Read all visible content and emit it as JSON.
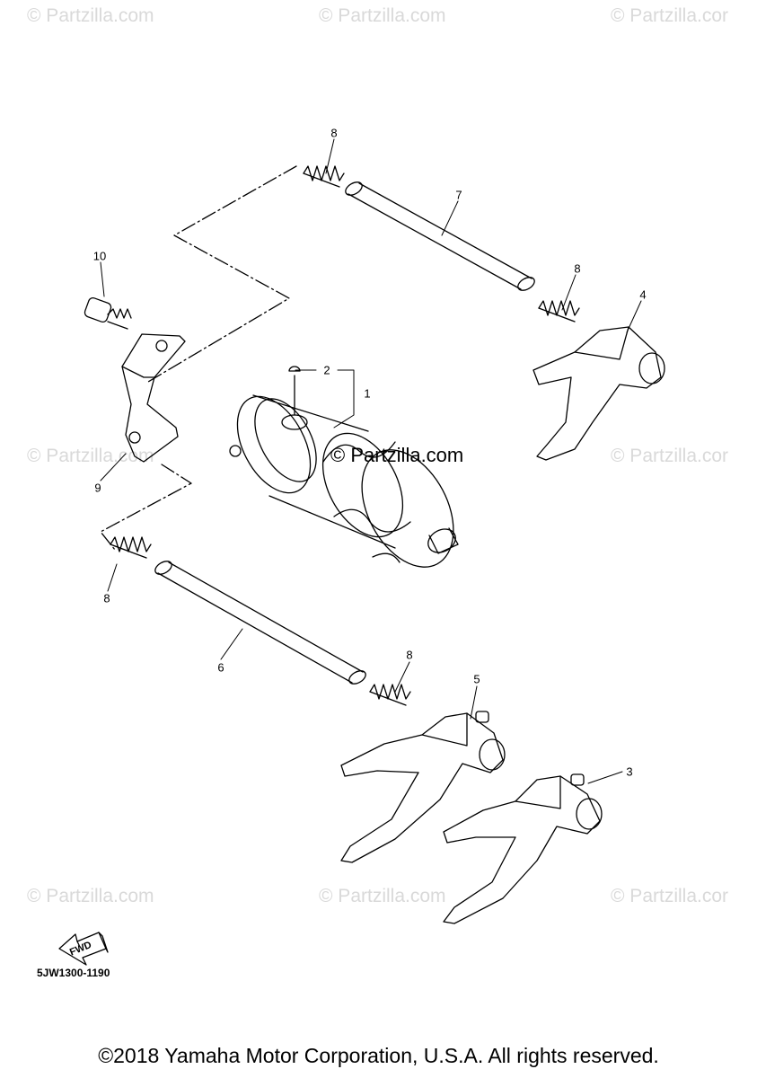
{
  "watermarks": {
    "top_left": "© Partzilla.com",
    "top_center": "© Partzilla.com",
    "top_right": "© Partzilla.cor",
    "mid_left": "© Partzilla.com",
    "mid_right": "© Partzilla.cor",
    "bottom_left": "© Partzilla.com",
    "bottom_center": "© Partzilla.com",
    "bottom_right": "© Partzilla.cor",
    "center": "© Partzilla.com"
  },
  "callouts": {
    "c1": "1",
    "c2": "2",
    "c3": "3",
    "c4": "4",
    "c5": "5",
    "c6": "6",
    "c7": "7",
    "c8a": "8",
    "c8b": "8",
    "c8c": "8",
    "c8d": "8",
    "c9": "9",
    "c10": "10"
  },
  "fwd_arrow": "FWD",
  "diagram_code": "5JW1300-1190",
  "copyright": "©2018 Yamaha Motor Corporation, U.S.A. All rights reserved.",
  "colors": {
    "ink": "#000000",
    "watermark": "#d9d9d9",
    "background": "#ffffff"
  }
}
